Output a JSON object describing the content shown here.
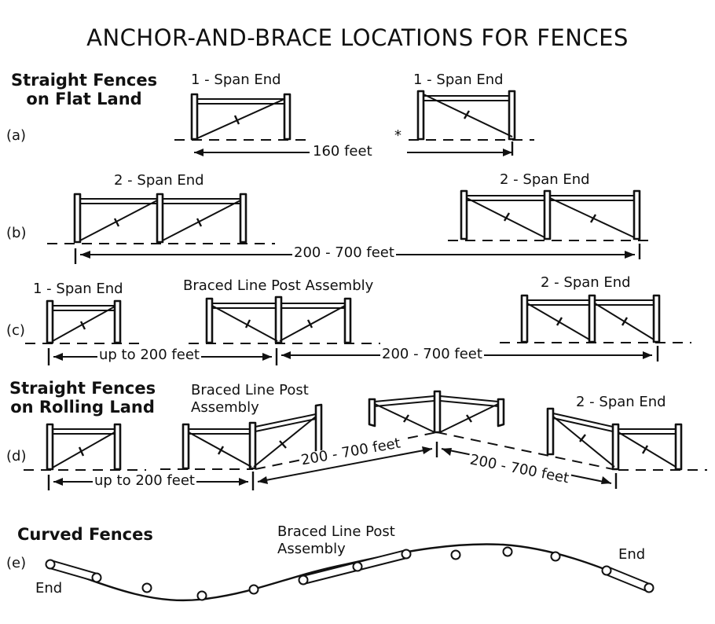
{
  "title": "ANCHOR-AND-BRACE LOCATIONS FOR FENCES",
  "sections": {
    "flat": "Straight Fences\non Flat Land",
    "rolling": "Straight Fences\non Rolling Land",
    "curved": "Curved Fences"
  },
  "rows": {
    "a": "(a)",
    "b": "(b)",
    "c": "(c)",
    "d": "(d)",
    "e": "(e)"
  },
  "labels": {
    "one_span_end": "1 - Span End",
    "two_span_end": "2 - Span End",
    "braced_line_post_assembly": "Braced Line Post Assembly",
    "braced_line_post_assembly_wrapped": "Braced Line Post\nAssembly",
    "end": "End",
    "asterisk": "*"
  },
  "dimensions": {
    "d160": "160 feet",
    "d200_700": "200 - 700 feet",
    "up_to_200": "up to 200 feet"
  }
}
